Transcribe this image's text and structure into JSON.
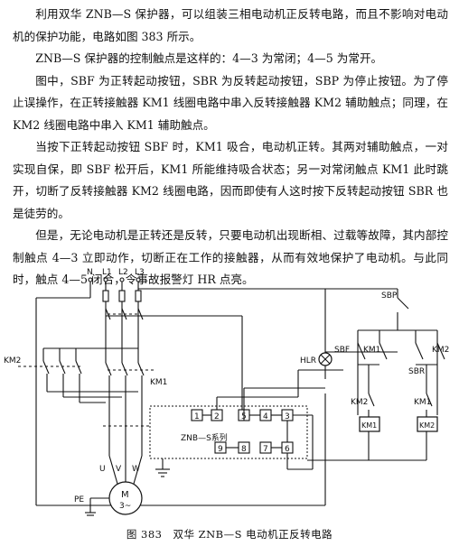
{
  "paragraphs": [
    "利用双华 ZNB—S 保护器，可以组装三相电动机正反转电路，而且不影响对电动机的保护功能，电路如图 383 所示。",
    "ZNB—S 保护器的控制触点是这样的：4—3 为常闭；4—5 为常开。",
    "图中，SBF 为正转起动按钮，SBR 为反转起动按钮，SBP 为停止按钮。为了停止误操作，在正转接触器 KM1 线圈电路中串入反转接触器 KM2 辅助触点；同理，在 KM2 线圈电路中串入 KM1 辅助触点。",
    "当按下正转起动按钮 SBF 时，KM1 吸合，电动机正转。其两对辅助触点，一对实现自保，即 SBF 松开后，KM1 所能维持吸合状态；另一对常闭触点 KM1 此时跳开，切断了反转接触器 KM2 线圈电路，因而即使有人这时按下反转起动按钮 SBR 也是徒劳的。",
    "但是，无论电动机是正转还是反转，只要电动机出现断相、过载等故障，其内部控制触点 4—3 立即动作，切断正在工作的接触器，从而有效地保护了电动机。与此同时，触点 4—5 闭合，令事故报警灯 HR 点亮。"
  ],
  "diagram": {
    "line_labels": [
      "N",
      "L1",
      "L2",
      "L3"
    ],
    "km2_label": "KM2",
    "km1_label": "KM1",
    "protector_label": "ZNB—S系列",
    "terminals_top": [
      "1",
      "2",
      "5",
      "4",
      "3"
    ],
    "terminals_bottom": [
      "9",
      "8",
      "7",
      "6"
    ],
    "motor_terminals": [
      "U",
      "V",
      "W"
    ],
    "motor_label": "M",
    "motor_sub": "3~",
    "pe_label": "PE",
    "sbp_label": "SBP",
    "hlr_label": "HLR",
    "sbf_label": "SBF",
    "sbr_label": "SBR",
    "km1_contact_label": "KM1",
    "km2_contact_label": "KM2",
    "km2_interlock_label": "KM2",
    "km1_interlock_label": "KM1",
    "km1_coil_label": "KM1",
    "km2_coil_label": "KM2"
  },
  "caption": "图 383　双华 ZNB—S 电动机正反转电路"
}
